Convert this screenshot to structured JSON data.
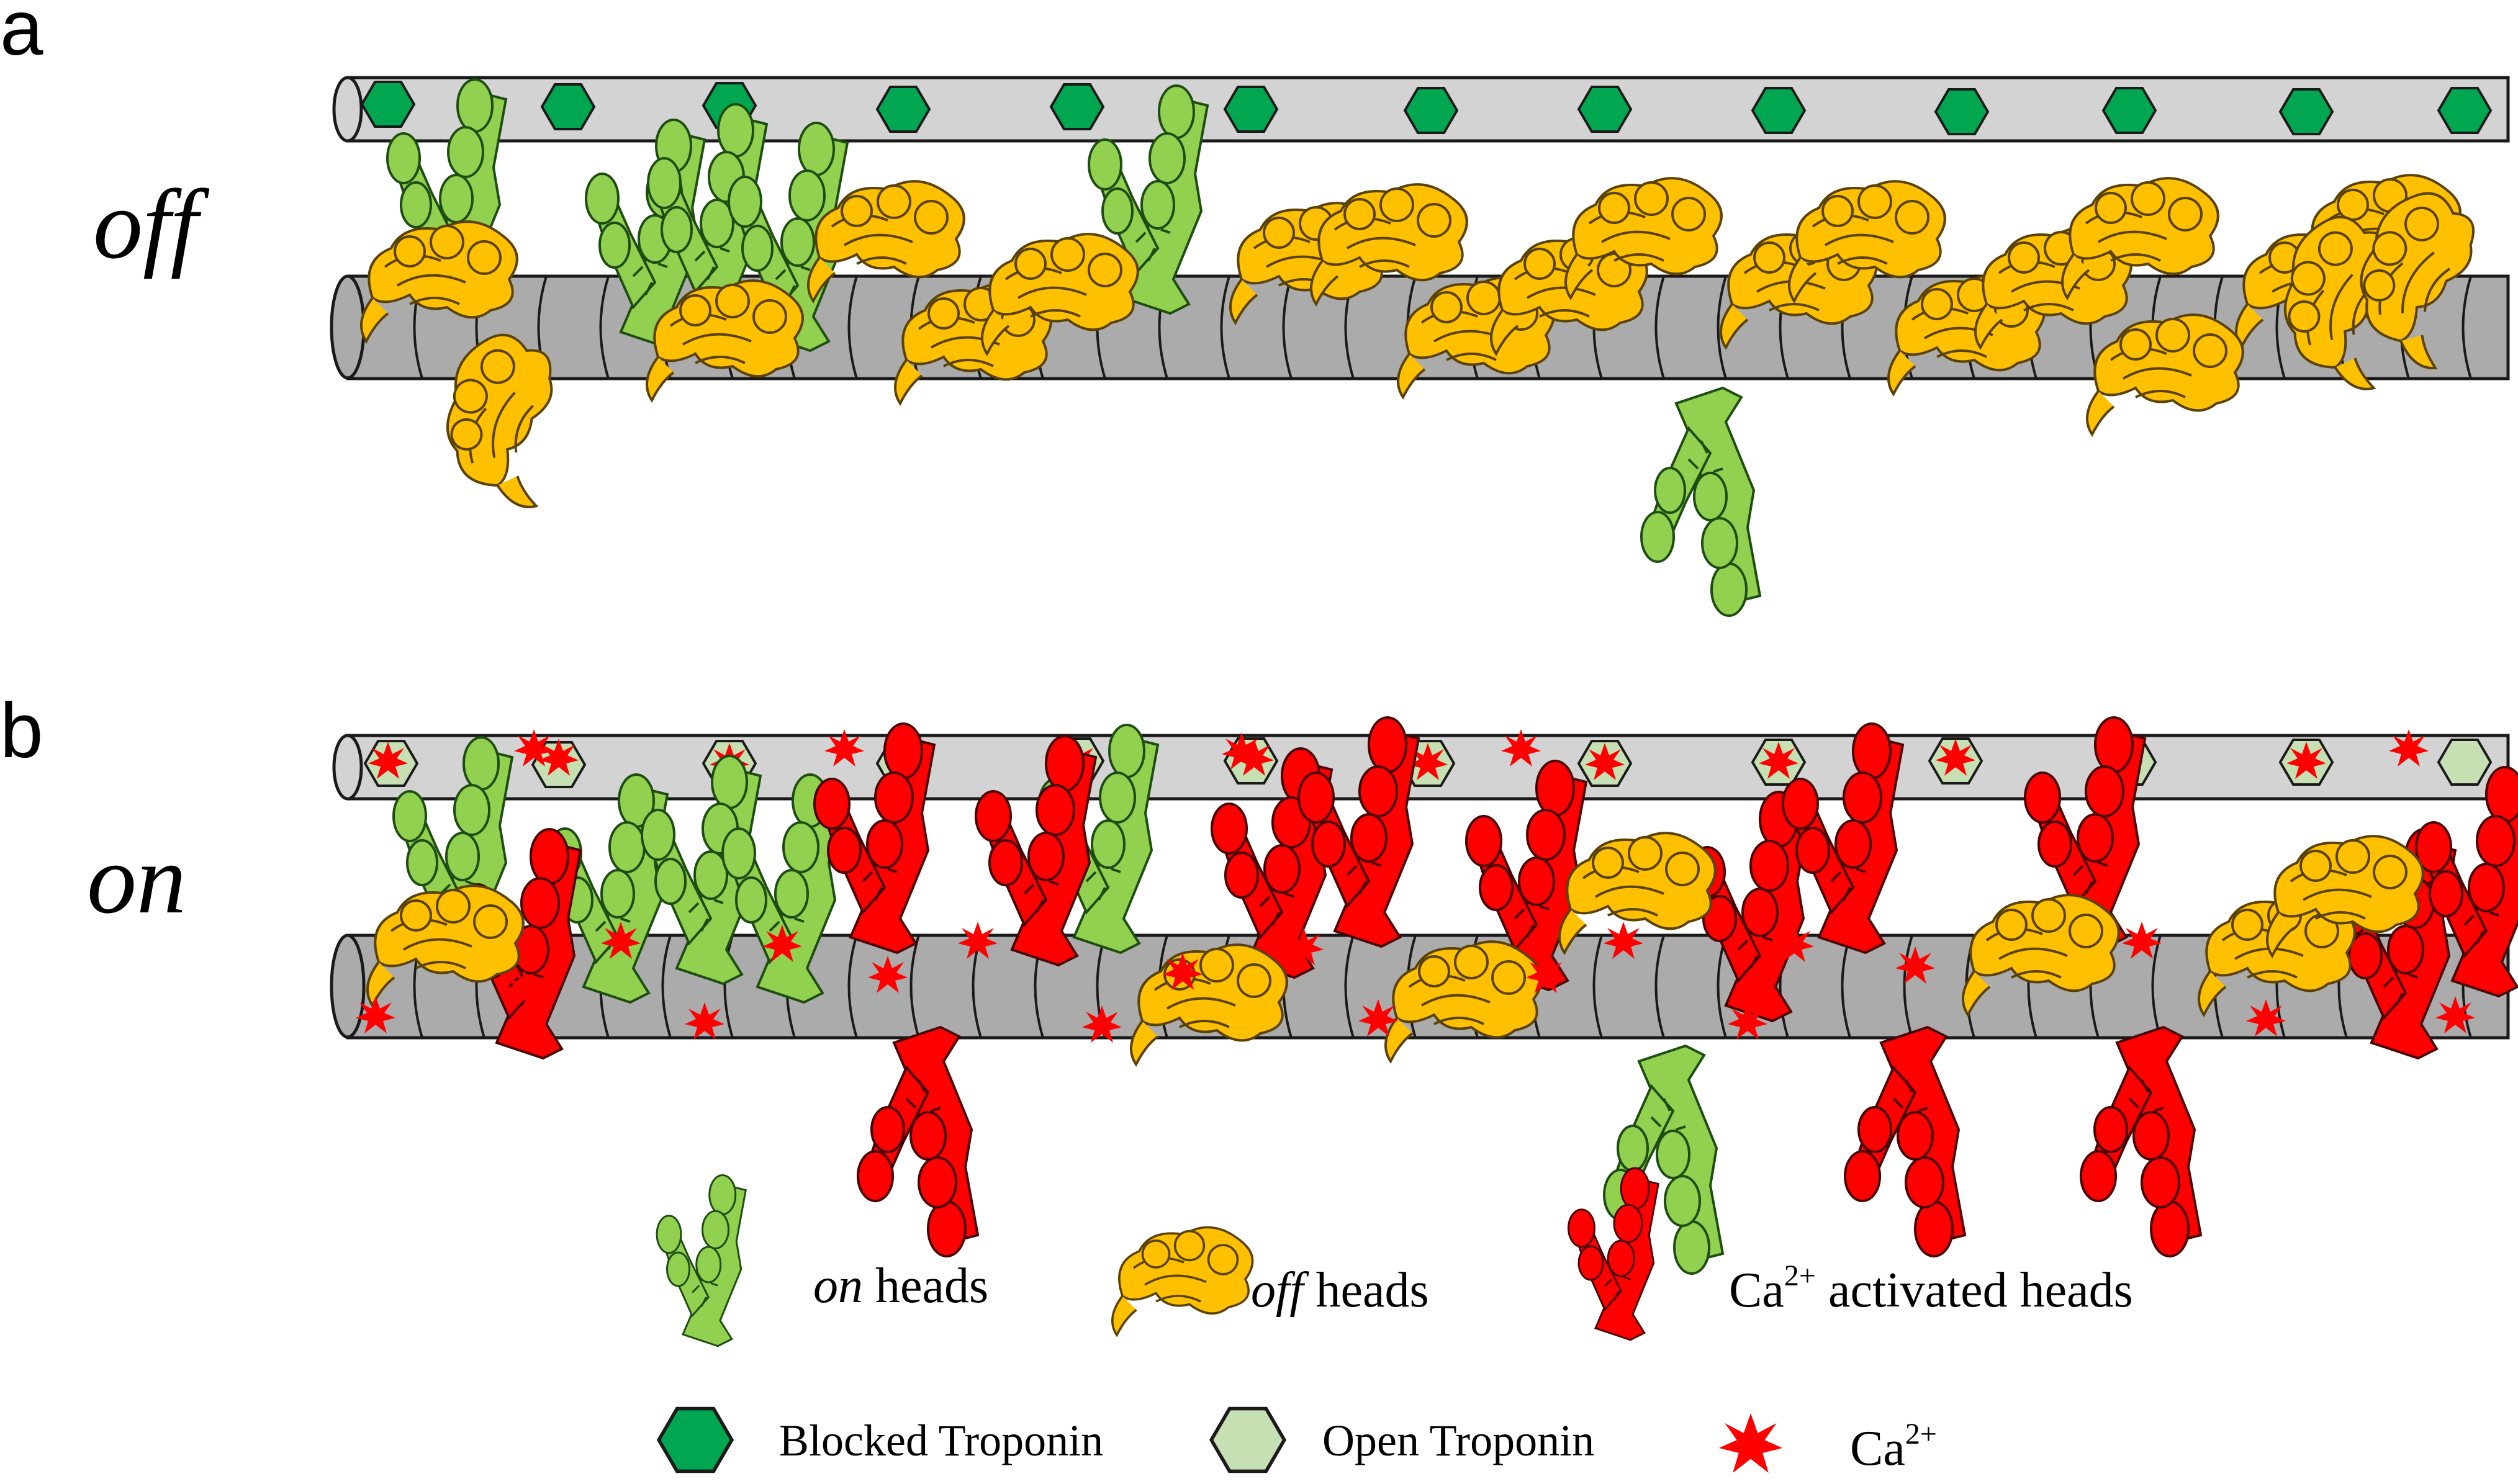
{
  "panels": [
    {
      "letter": "a",
      "state": "off"
    },
    {
      "letter": "b",
      "state": "on"
    }
  ],
  "legend": {
    "on_heads": {
      "italic": "on",
      "rest": " heads"
    },
    "off_heads": {
      "italic": "off",
      "rest": " heads"
    },
    "ca_heads": {
      "base": "Ca",
      "sup": "2+",
      "rest": " activated  heads"
    },
    "blocked": "Blocked Troponin",
    "open": "Open Troponin",
    "ca_ion": {
      "base": "Ca",
      "sup": "2+"
    }
  },
  "colors": {
    "thin_filament": "#d3d3d3",
    "thick_filament": "#ababab",
    "on_head": "#92d050",
    "off_head": "#ffc000",
    "ca_head": "#ff0000",
    "blocked_troponin": "#00a650",
    "open_troponin": "#c6e0b4",
    "calcium": "#ff0000"
  },
  "icons": [
    "on-head-icon",
    "off-head-icon",
    "ca-head-icon",
    "blocked-troponin-icon",
    "open-troponin-icon",
    "calcium-icon"
  ]
}
